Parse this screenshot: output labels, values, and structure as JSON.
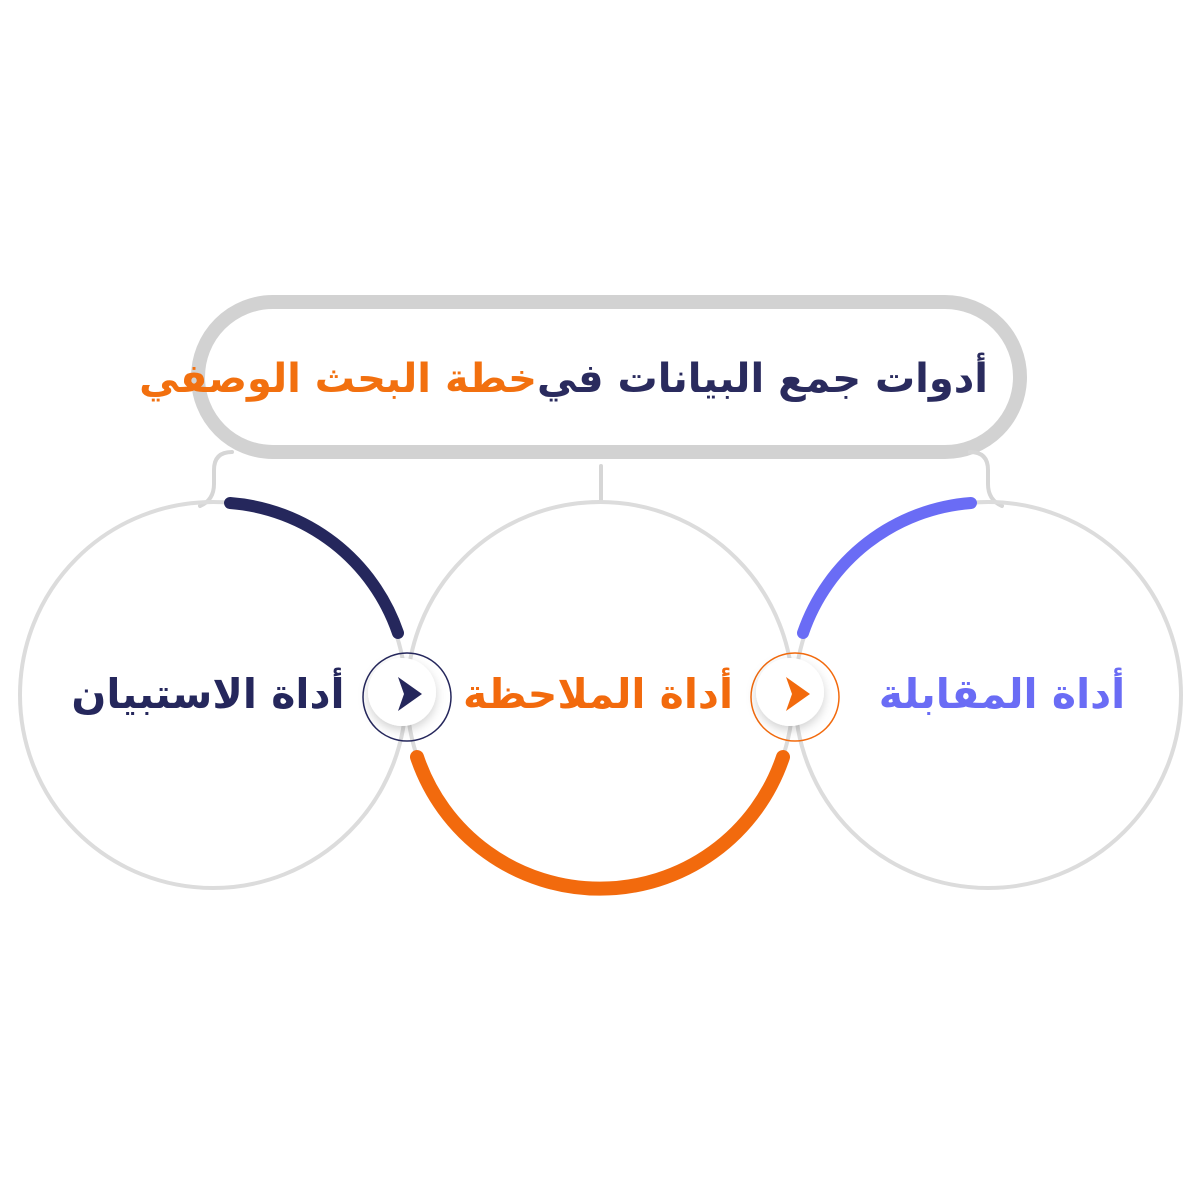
{
  "title": {
    "part1": "أدوات جمع البيانات في",
    "part2": "خطة البحث الوصفي",
    "color1": "#2a2b5e",
    "color2": "#f2700f"
  },
  "nodes": [
    {
      "label": "أداة المقابلة",
      "color": "#6a6cf5"
    },
    {
      "label": "أداة الملاحظة",
      "color": "#f26a0d"
    },
    {
      "label": "أداة الاستبيان",
      "color": "#25275c"
    }
  ],
  "colors": {
    "frame": "#d2d2d2",
    "circle": "#dcdcdc",
    "arrow_orange": "#f26a0d",
    "arrow_navy": "#25275c"
  },
  "icons": [
    "chevron-right-icon",
    "chevron-right-icon"
  ]
}
